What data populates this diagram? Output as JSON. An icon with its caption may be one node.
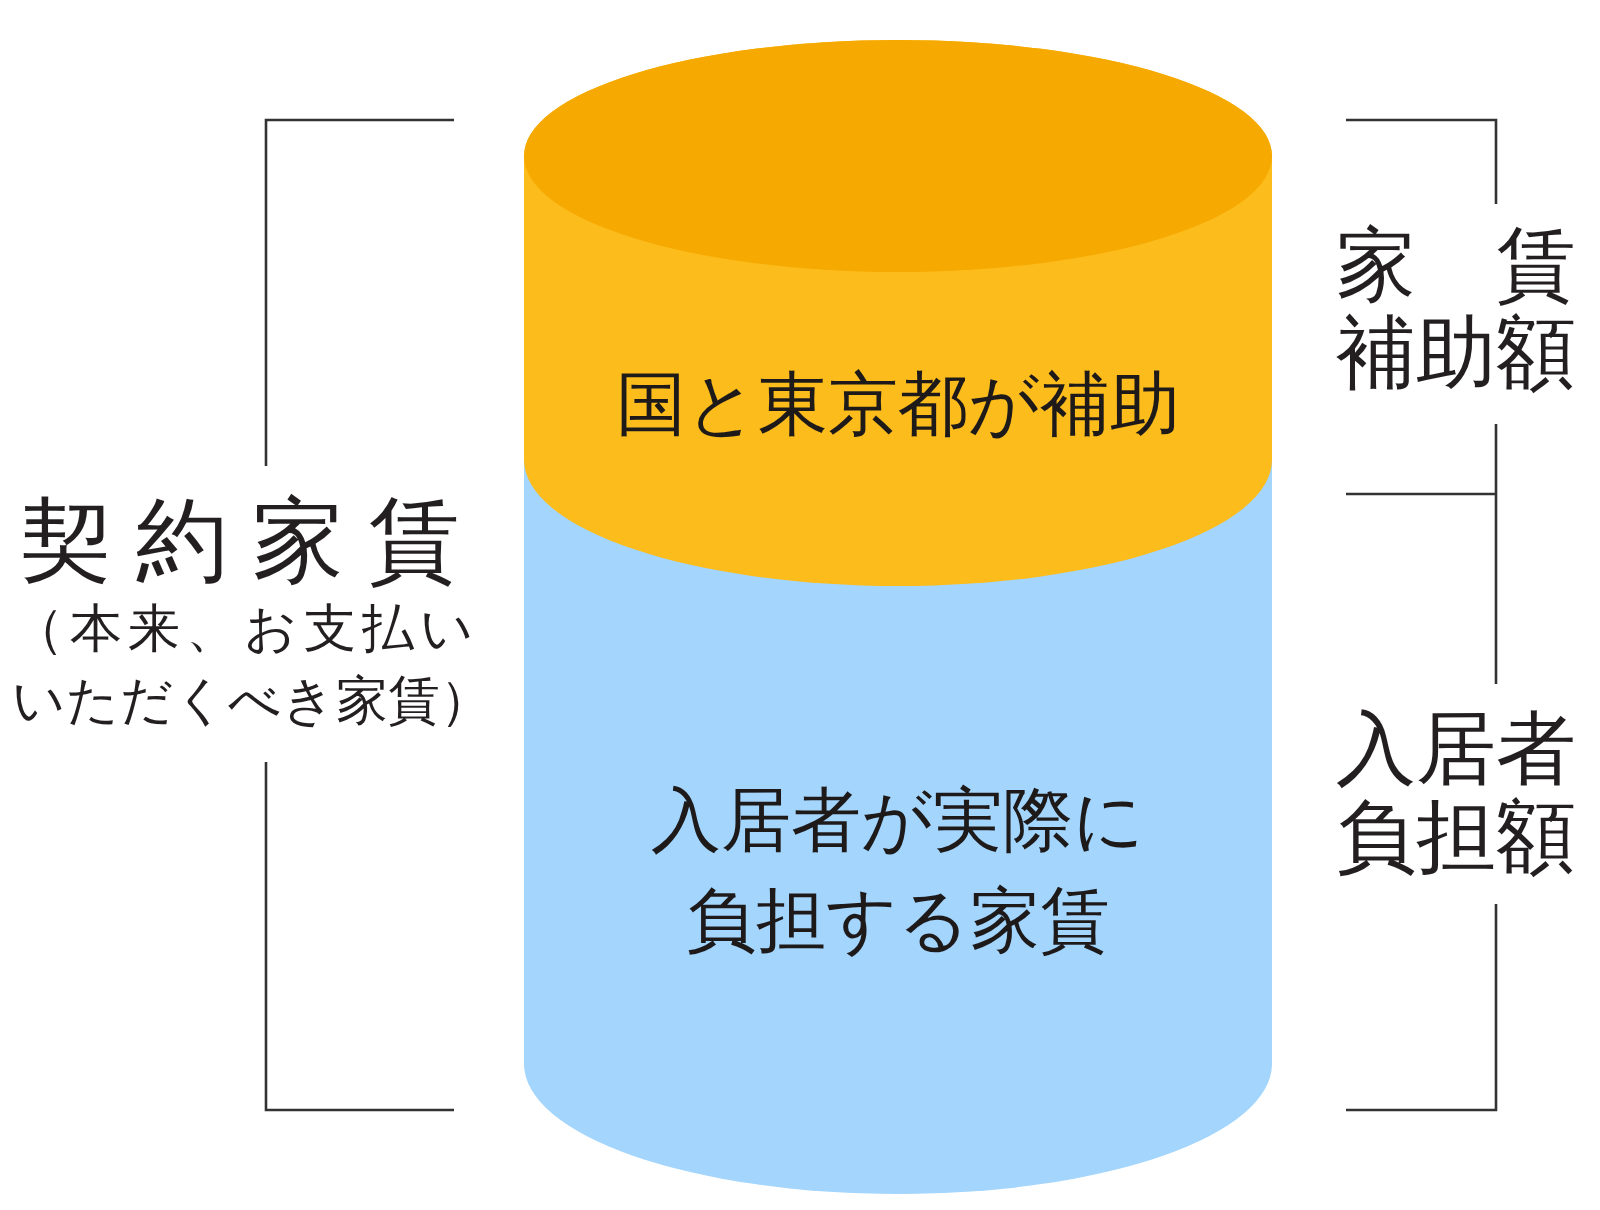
{
  "diagram": {
    "nodes": [
      {
        "text": [
          "国と東京都が補助"
        ]
      },
      {
        "text": [
          "入居者が実際に負担する家賃"
        ]
      }
    ],
    "labels": [
      "契約家賃",
      "（本来、お支払いいただくべき家賃）",
      "家賃補助額",
      "入居者負担額"
    ]
  }
}
